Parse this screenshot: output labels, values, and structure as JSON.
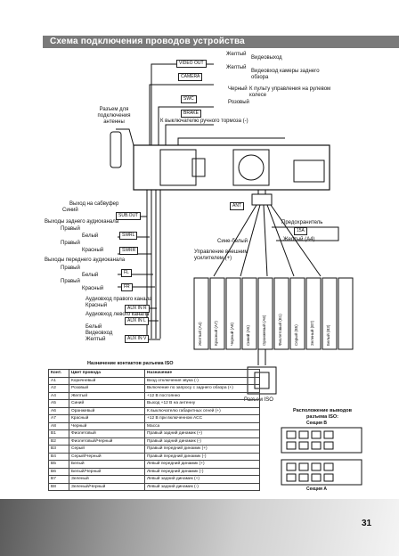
{
  "header": {
    "title": "Схема подключения проводов устройства"
  },
  "top_labels": {
    "video_out_box": "VIDEO OUT",
    "camera_box": "CAMERA",
    "yellow1": "Желтый",
    "video_out": "Видеовыход",
    "yellow2": "Желтый",
    "camera_in": "Видеовход камеры заднего обзора",
    "swc_box": "SWC",
    "black": "Черный",
    "swc": "К пульту управления на рулевом колесе",
    "brake_box": "BRAKE",
    "pink": "Розовый",
    "brake": "К выключателю ручного тормоза (-)",
    "antenna": "Разъем для подключения антенны"
  },
  "left_labels": {
    "sub_out": "Выход на сабвуфер",
    "blue": "Синий",
    "sub_box": "SUB.OUT",
    "rear_title": "Выходы заднего аудиоканала",
    "rr_box": "SWRL",
    "rl_box": "SWRR",
    "right": "Правый",
    "white": "Белый",
    "red": "Красный",
    "front_title": "Выходы переднего аудиоканала",
    "fl_box": "FL",
    "fr_box": "FR",
    "aux_r": "Аудиовход правого канала",
    "aux_l": "Аудиовход левого канала",
    "aux_in_r": "AUX IN R",
    "aux_in_l": "AUX IN L",
    "aux_in_v": "AUX IN V",
    "video_in": "Видеовход",
    "yellow": "Желтый"
  },
  "right_labels": {
    "fuse": "Предохранитель",
    "fuse_box": "15A",
    "yellow_a4": "Желтый (А4)",
    "blue_white": "Сине-белый",
    "amp_ctrl": "Управление внешним усилителем (+)",
    "power_box": "ANT",
    "iso_label": "Разъем ISO"
  },
  "connectors": [
    "Желтый (A4)",
    "Красный (A7)",
    "Черный (A8)",
    "Синий (A5)",
    "Оранжевый (A6)",
    "Фиолетовый (B1)",
    "Серый (B5)",
    "Зеленый (B7)",
    "Белый (B3)"
  ],
  "table": {
    "title": "Назначение контактов разъема ISO",
    "headers": [
      "Конт.",
      "Цвет провода",
      "Назначение"
    ],
    "rows": [
      [
        "A1",
        "Коричневый",
        "Вход отключения звука (-)"
      ],
      [
        "A2",
        "Розовый",
        "Включение по запросу с заднего обзора (+)"
      ],
      [
        "A4",
        "Желтый",
        "+12 В постоянно"
      ],
      [
        "A5",
        "Синий",
        "Выход +12 В на антенну"
      ],
      [
        "A6",
        "Оранжевый",
        "К выключателю габаритных огней (+)"
      ],
      [
        "A7",
        "Красный",
        "+12 В при включенном АСС"
      ],
      [
        "A8",
        "Черный",
        "Масса"
      ],
      [
        "B1",
        "Фиолетовый",
        "Правый задний динамик (+)"
      ],
      [
        "B2",
        "Фиолетовый/Черный",
        "Правый задний динамик (-)"
      ],
      [
        "B3",
        "Серый",
        "Правый передний динамик (+)"
      ],
      [
        "B4",
        "Серый/Черный",
        "Правый передний динамик (-)"
      ],
      [
        "B5",
        "Белый",
        "Левый передний динамик (+)"
      ],
      [
        "B6",
        "Белый/Черный",
        "Левый передний динамик (-)"
      ],
      [
        "B7",
        "Зеленый",
        "Левый задний динамик (+)"
      ],
      [
        "B8",
        "Зеленый/Черный",
        "Левый задний динамик (-)"
      ]
    ]
  },
  "iso": {
    "title": "Расположение выводов разъема ISO:",
    "conn_b": "Секция B",
    "conn_a": "Секция А"
  },
  "page_number": "31"
}
